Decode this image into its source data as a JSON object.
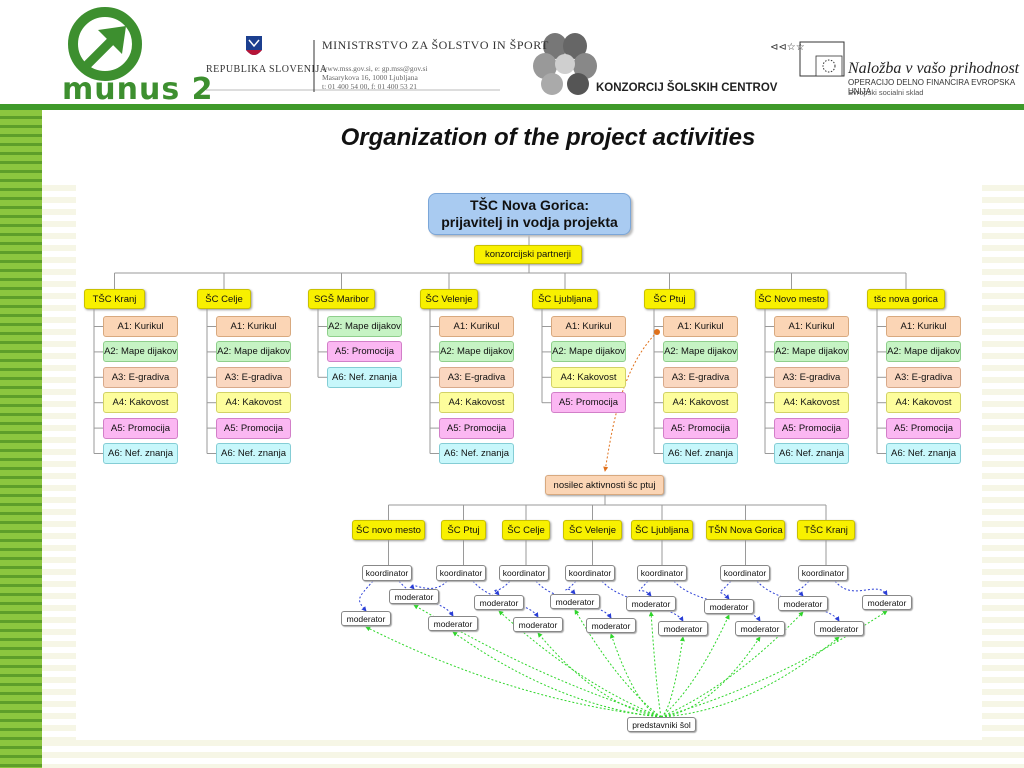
{
  "header": {
    "logo_text": "munus 2",
    "republika": "REPUBLIKA SLOVENIJA",
    "ministrstvo": "MINISTRSTVO ZA ŠOLSTVO IN ŠPORT",
    "address_line1": "www.mss.gov.si, e: gp.mss@gov.si",
    "address_line2": "Masarykova 16, 1000 Ljubljana",
    "address_line3": "t: 01 400 54 00, f: 01 400 53 21",
    "konzorcij": "KONZORCIJ ŠOLSKIH CENTROV",
    "nalozba": "Naložba v vašo prihodnost",
    "operacijo": "OPERACIJO DELNO FINANCIRA EVROPSKA UNIJA",
    "esf": "Evropski socialni sklad"
  },
  "title": "Organization of the project activities",
  "diagram": {
    "top_line1": "TŠC Nova Gorica:",
    "top_line2": "prijavitelj in vodja projekta",
    "konzorcijski": "konzorcijski partnerji",
    "schools": [
      {
        "name": "TŠC Kranj",
        "activities": [
          "A1: Kurikul",
          "A2: Mape dijakov",
          "A3: E-gradiva",
          "A4: Kakovost",
          "A5: Promocija",
          "A6: Nef. znanja"
        ]
      },
      {
        "name": "ŠC Celje",
        "activities": [
          "A1: Kurikul",
          "A2: Mape dijakov",
          "A3: E-gradiva",
          "A4: Kakovost",
          "A5: Promocija",
          "A6: Nef. znanja"
        ]
      },
      {
        "name": "SGŠ Maribor",
        "activities": [
          "A2: Mape dijakov",
          "A5: Promocija",
          "A6: Nef. znanja"
        ]
      },
      {
        "name": "ŠC Velenje",
        "activities": [
          "A1: Kurikul",
          "A2: Mape dijakov",
          "A3: E-gradiva",
          "A4: Kakovost",
          "A5: Promocija",
          "A6: Nef. znanja"
        ]
      },
      {
        "name": "ŠC Ljubljana",
        "activities": [
          "A1: Kurikul",
          "A2: Mape dijakov",
          "A4: Kakovost",
          "A5: Promocija"
        ]
      },
      {
        "name": "ŠC Ptuj",
        "activities": [
          "A1: Kurikul",
          "A2: Mape dijakov",
          "A3: E-gradiva",
          "A4: Kakovost",
          "A5: Promocija",
          "A6: Nef. znanja"
        ]
      },
      {
        "name": "ŠC Novo mesto",
        "activities": [
          "A1: Kurikul",
          "A2: Mape dijakov",
          "A3: E-gradiva",
          "A4: Kakovost",
          "A5: Promocija",
          "A6: Nef. znanja"
        ]
      },
      {
        "name": "tšc nova gorica",
        "activities": [
          "A1: Kurikul",
          "A2: Mape dijakov",
          "A3: E-gradiva",
          "A4: Kakovost",
          "A5: Promocija",
          "A6: Nef. znanja"
        ]
      }
    ],
    "nosilec": "nosilec aktivnosti šc ptuj",
    "bottom_schools": [
      "ŠC novo mesto",
      "ŠC Ptuj",
      "ŠC Celje",
      "ŠC Velenje",
      "ŠC Ljubljana",
      "TŠN Nova Gorica",
      "TŠC Kranj"
    ],
    "koordinator": "koordinator",
    "moderator": "moderator",
    "predstavniki": "predstavniki šol",
    "colors": {
      "A1": "#fbd5b5",
      "A2": "#c6f3c4",
      "A3": "#fad7c0",
      "A4": "#fdfd9c",
      "A5": "#fbb7f2",
      "A6": "#c7f7fb",
      "school": "#f8f000",
      "top": "#a9cbf1",
      "accent_green": "#3f9a2a"
    }
  }
}
